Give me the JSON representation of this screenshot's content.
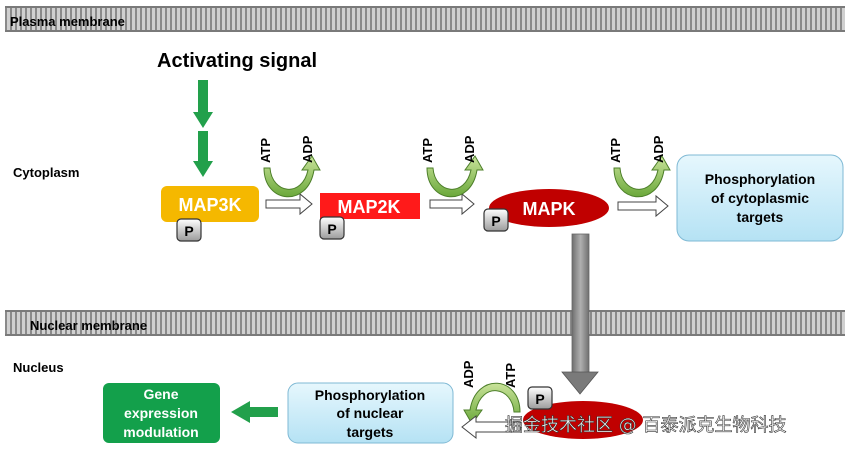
{
  "regions": {
    "plasma_membrane": "Plasma membrane",
    "cytoplasm": "Cytoplasm",
    "nuclear_membrane": "Nuclear membrane",
    "nucleus": "Nucleus"
  },
  "signal": "Activating signal",
  "kinases": {
    "map3k": "MAP3K",
    "map2k": "MAP2K",
    "mapk": "MAPK"
  },
  "phospho_label": "P",
  "atp": "ATP",
  "adp": "ADP",
  "targets": {
    "cytoplasmic": [
      "Phosphorylation",
      "of cytoplasmic",
      "targets"
    ],
    "nuclear": [
      "Phosphorylation",
      "of nuclear",
      "targets"
    ],
    "gene": [
      "Gene",
      "expression",
      "modulation"
    ]
  },
  "watermark": "掘金技术社区 @ 百泰派克生物科技",
  "colors": {
    "map3k": "#F5B800",
    "map2k": "#FF1A1A",
    "mapk": "#C00000",
    "green_arrow": "#22A04B",
    "target_box": "#C7ECF8",
    "gene_box": "#13A04B",
    "membrane": "#A9A9A9"
  }
}
